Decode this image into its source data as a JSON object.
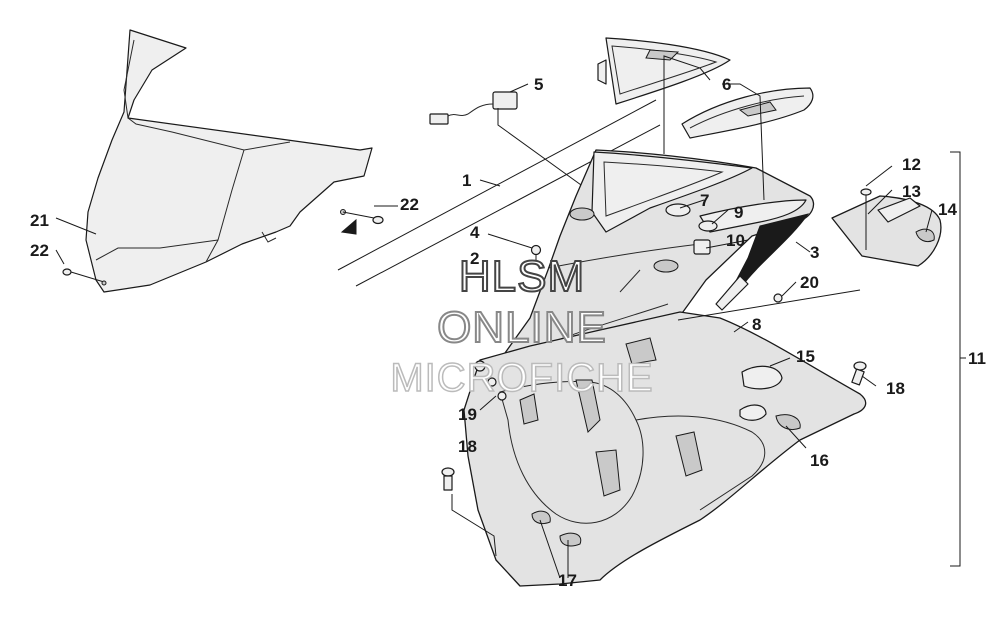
{
  "callouts": {
    "c1": "1",
    "c2": "2",
    "c3": "3",
    "c4": "4",
    "c5": "5",
    "c6": "6",
    "c7": "7",
    "c8": "8",
    "c9": "9",
    "c10": "10",
    "c11": "11",
    "c12": "12",
    "c13": "13",
    "c14": "14",
    "c15": "15",
    "c16": "16",
    "c17": "17",
    "c18a": "18",
    "c18b": "18",
    "c19": "19",
    "c20": "20",
    "c21": "21",
    "c22a": "22",
    "c22b": "22"
  },
  "watermark": {
    "line1": "HLSM",
    "line2": "ONLINE",
    "line3": "MICROFICHE"
  }
}
